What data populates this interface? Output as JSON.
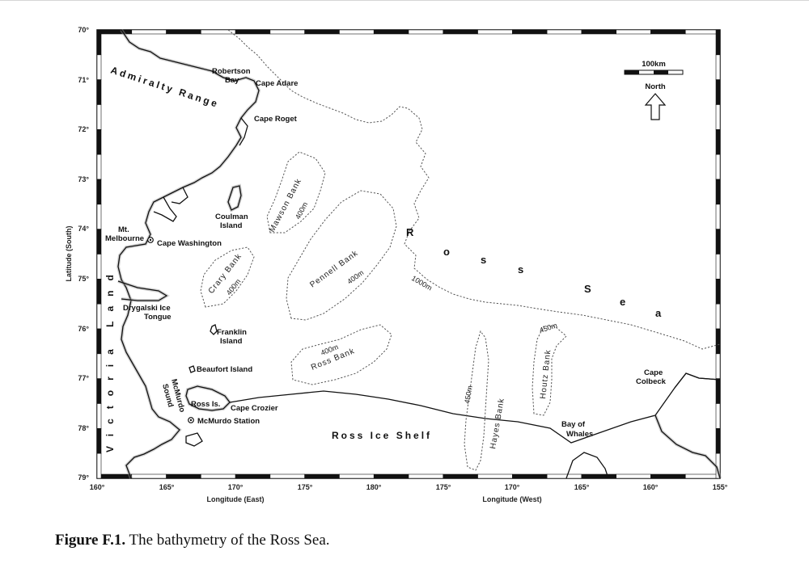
{
  "axes": {
    "lat_ticks": [
      "70°",
      "71°",
      "72°",
      "73°",
      "74°",
      "75°",
      "76°",
      "77°",
      "78°",
      "79°"
    ],
    "lon_ticks": [
      "160°",
      "165°",
      "170°",
      "175°",
      "180°",
      "175°",
      "170°",
      "165°",
      "160°",
      "155°"
    ],
    "ylabel": "Latitude (South)",
    "xlabel_east": "Longitude (East)",
    "xlabel_west": "Longitude (West)"
  },
  "scale_bar": {
    "label": "100km"
  },
  "north_arrow": {
    "label": "North"
  },
  "labels": {
    "admiralty_range": "Admiralty Range",
    "robertson_bay_1": "Robertson",
    "robertson_bay_2": "Bay",
    "cape_adare": "Cape Adare",
    "cape_roget": "Cape Roget",
    "victoria_land": "Victoria Land",
    "coulman_1": "Coulman",
    "coulman_2": "Island",
    "mt_melbourne_1": "Mt.",
    "mt_melbourne_2": "Melbourne",
    "cape_washington": "Cape Washington",
    "drygalski_1": "Drygalski Ice",
    "drygalski_2": "Tongue",
    "franklin_1": "Franklin",
    "franklin_2": "Island",
    "beaufort": "Beaufort Island",
    "ross_is": "Ross Is.",
    "cape_crozier": "Cape Crozier",
    "mcmurdo_sound_1": "McMurdo",
    "mcmurdo_sound_2": "Sound",
    "mcmurdo_station": "McMurdo Station",
    "ross_ice_shelf": "Ross Ice Shelf",
    "bay_of_whales_1": "Bay of",
    "bay_of_whales_2": "Whales",
    "cape_colbeck_1": "Cape",
    "cape_colbeck_2": "Colbeck",
    "ross_sea": [
      "R",
      "o",
      "s",
      "s",
      "S",
      "e",
      "a"
    ],
    "mawson_bank": "Mawson Bank",
    "pennell_bank": "Pennell Bank",
    "crary_bank": "Crary Bank",
    "ross_bank": "Ross Bank",
    "hayes_bank": "Hayes Bank",
    "houtz_bank": "Houtz Bank",
    "d_400_mawson": "400m",
    "d_400_pennell": "400m",
    "d_400_crary": "400m",
    "d_400_ross": "400m",
    "d_450_hayes": "450m",
    "d_450_houtz": "450m",
    "d_1000": "1000m"
  },
  "caption": {
    "label": "Figure F.1.",
    "text": " The bathymetry of the Ross Sea."
  }
}
